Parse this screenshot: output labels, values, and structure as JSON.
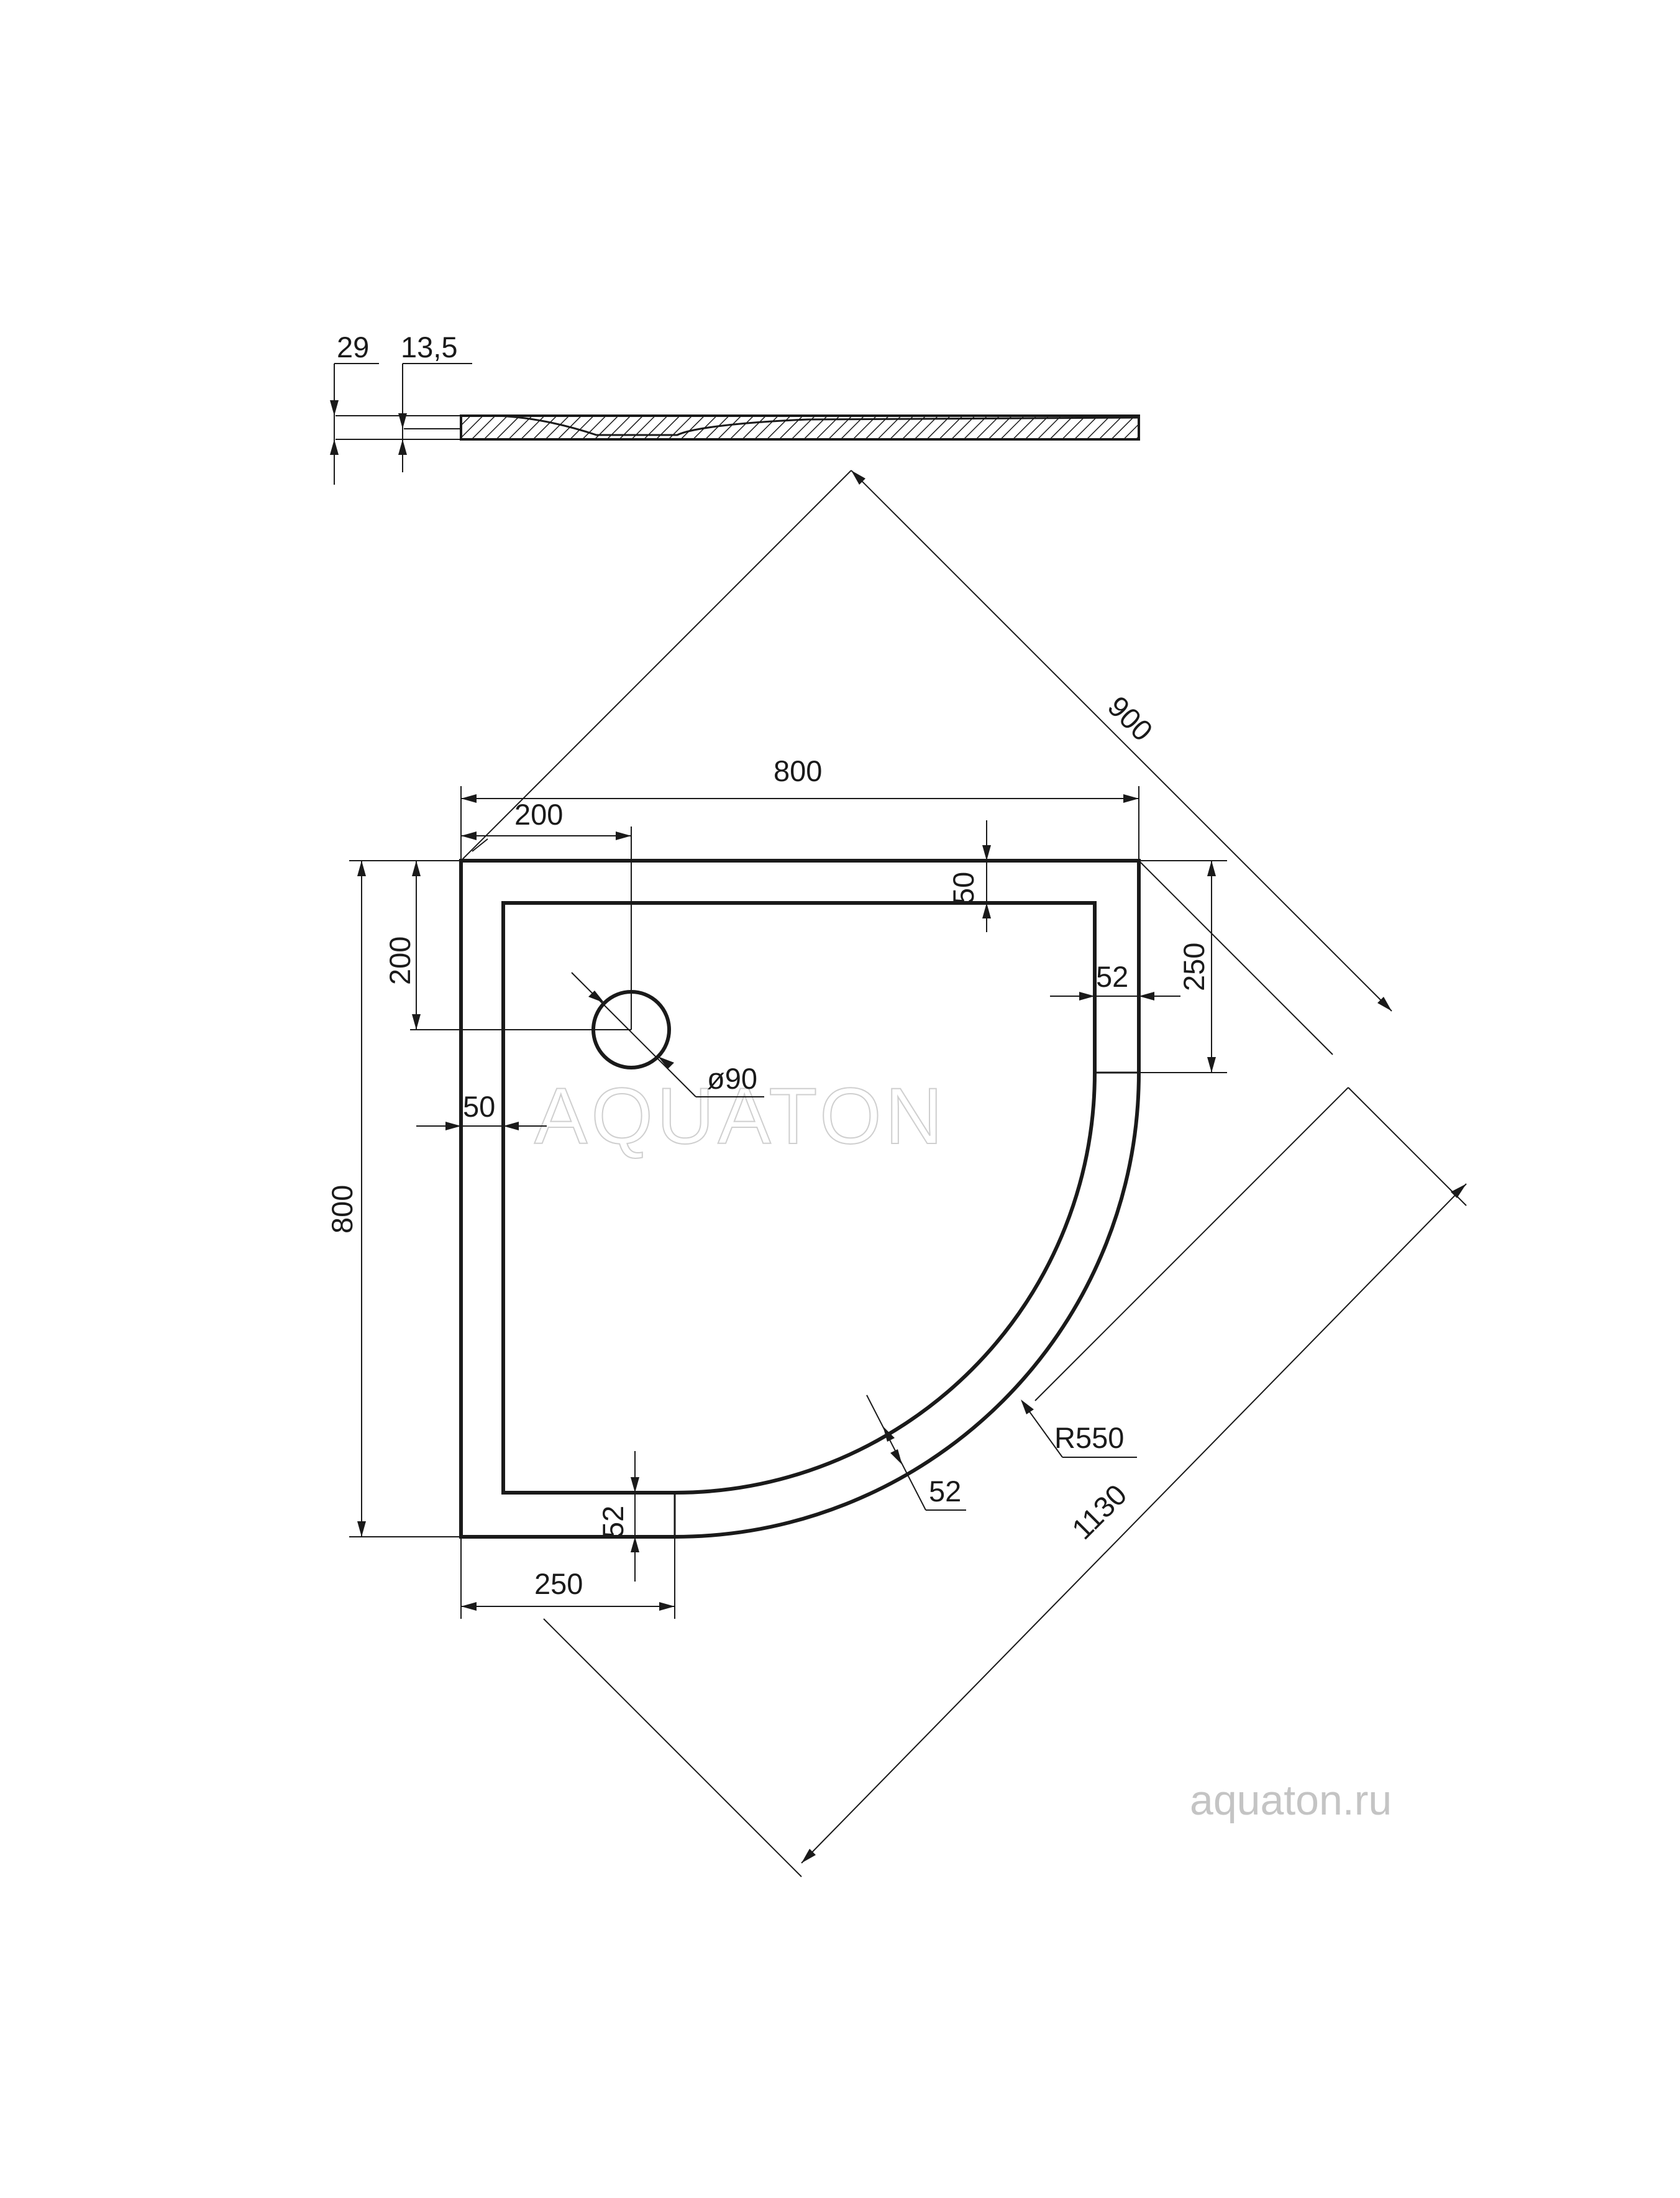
{
  "profile_labels": {
    "height_total": "29",
    "height_inner": "13,5"
  },
  "plan_labels": {
    "width_top": "800",
    "drain_offset_x": "200",
    "drain_offset_y": "200",
    "height_left": "800",
    "rim_top": "50",
    "rim_right": "52",
    "straight_right": "250",
    "drain_diameter": "ø90",
    "rim_left": "50",
    "rim_bottom": "52",
    "straight_bottom": "250",
    "radius": "R550",
    "rim_curve": "52",
    "diagonal_side": "900",
    "diagonal_front": "1130"
  },
  "brand": {
    "watermark": "AQUATON",
    "site": "aquaton.ru"
  }
}
